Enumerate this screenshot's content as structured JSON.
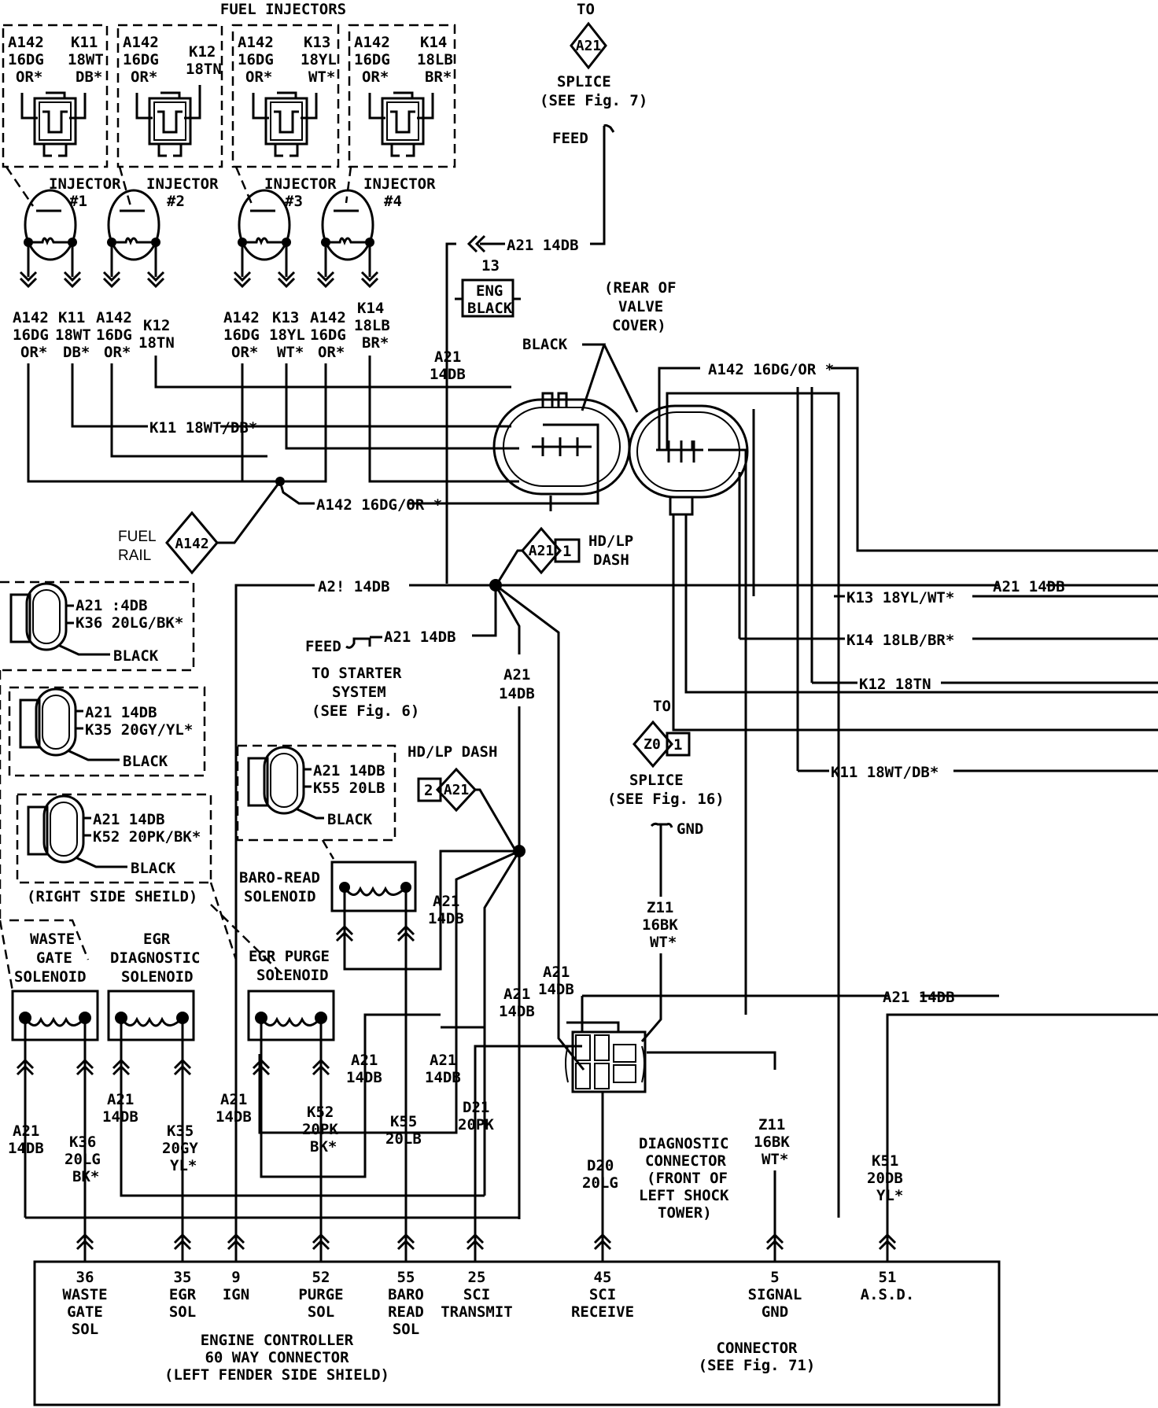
{
  "title": "FUEL INJECTORS",
  "colors": {
    "ink": "#000000",
    "paper": "#ffffff"
  },
  "injector_connectors": [
    {
      "left_circuit": "A142",
      "left_gauge": "16DG",
      "left_tracer": "OR*",
      "right_circuit": "K11",
      "right_gauge": "18WT",
      "right_tracer": "DB*"
    },
    {
      "left_circuit": "A142",
      "left_gauge": "16DG",
      "left_tracer": "OR*",
      "right_circuit": "K12",
      "right_gauge": "18TN",
      "right_tracer": ""
    },
    {
      "left_circuit": "A142",
      "left_gauge": "16DG",
      "left_tracer": "OR*",
      "right_circuit": "K13",
      "right_gauge": "18YL",
      "right_tracer": "WT*"
    },
    {
      "left_circuit": "A142",
      "left_gauge": "16DG",
      "left_tracer": "OR*",
      "right_circuit": "K14",
      "right_gauge": "18LB",
      "right_tracer": "BR*"
    }
  ],
  "injectors": [
    {
      "label": "INJECTOR",
      "num": "#1"
    },
    {
      "label": "INJECTOR",
      "num": "#2"
    },
    {
      "label": "INJECTOR",
      "num": "#3"
    },
    {
      "label": "INJECTOR",
      "num": "#4"
    }
  ],
  "injector_wires": [
    {
      "c": "A142",
      "g": "16DG",
      "t": "OR*"
    },
    {
      "c": "K11",
      "g": "18WT",
      "t": "DB*"
    },
    {
      "c": "A142",
      "g": "16DG",
      "t": "OR*"
    },
    {
      "c": "K12",
      "g": "18TN",
      "t": ""
    },
    {
      "c": "A142",
      "g": "16DG",
      "t": "OR*"
    },
    {
      "c": "K13",
      "g": "18YL",
      "t": "WT*"
    },
    {
      "c": "A142",
      "g": "16DG",
      "t": "OR*"
    },
    {
      "c": "K14",
      "g": "18LB",
      "t": "BR*"
    }
  ],
  "splice_top": {
    "to": "TO",
    "id": "A21",
    "label": "SPLICE",
    "see": "(SEE ",
    "fig": "Fig.",
    "num": " 7)",
    "feed": "FEED"
  },
  "a21_top_wire": "A21 14DB",
  "eng_ground": {
    "num": "13",
    "line1": "ENG",
    "line2": "BLACK"
  },
  "a21_vertical": {
    "c": "A21",
    "g": "14DB"
  },
  "rear_valve_cover": [
    "(REAR OF",
    "VALVE",
    "COVER)"
  ],
  "black_label": "BLACK",
  "wire_labels": {
    "k11_harness": "K11 18WT/DB*",
    "a142_harness": "A142 16DG/OR *",
    "a142_right": "A142 16DG/OR *",
    "a21_left": "A2! 14DB",
    "a21_right": "A21 14DB",
    "a21_feed": "A21 14DB",
    "k13_right": "K13 18YL/WT*",
    "k14_right": "K14 18LB/BR*",
    "k12_right": "K12 18TN",
    "k11_right": "K11 18WT/DB*",
    "a21_diag_right": "A21 14DB"
  },
  "fuel_rail": {
    "line1": "FUEL",
    "line2": "RAIL",
    "id": "A142"
  },
  "hd_lp_dash_1": {
    "id": "A21",
    "pin": "1",
    "line1": "HD/LP",
    "line2": "DASH"
  },
  "hd_lp_dash_2": {
    "id": "A21",
    "pin": "2",
    "label": "HD/LP DASH"
  },
  "feed_starter": {
    "feed": "FEED",
    "line1": "TO STARTER",
    "line2": "SYSTEM",
    "see": "(SEE ",
    "fig": "Fig.",
    "num": " 6)"
  },
  "side_connectors": [
    {
      "l1": "A21 :4DB",
      "l2": "K36 20LG/BK*",
      "color": "BLACK"
    },
    {
      "l1": "A21 14DB",
      "l2": "K35 20GY/YL*",
      "color": "BLACK"
    },
    {
      "l1": "A21 14DB",
      "l2": "K52 20PK/BK*",
      "color": "BLACK"
    },
    {
      "l1": "A21 14DB",
      "l2": "K55 20LB",
      "color": "BLACK"
    }
  ],
  "right_side_shield": "(RIGHT SIDE SHEILD)",
  "splice_z0": {
    "to": "TO",
    "id": "Z0",
    "pin": "1",
    "label": "SPLICE",
    "see": "(SEE ",
    "fig": "Fig.",
    "num": " 16)",
    "gnd": "GND"
  },
  "z11_upper": {
    "c": "Z11",
    "g": "16BK",
    "t": "WT*"
  },
  "solenoids": [
    {
      "name": [
        "WASTE",
        "GATE",
        "SOLENOID"
      ]
    },
    {
      "name": [
        "EGR",
        "DIAGNOSTIC",
        "SOLENOID"
      ]
    },
    {
      "name": [
        "EGR PURGE",
        "SOLENOID"
      ]
    },
    {
      "name": [
        "BARO-READ",
        "SOLENOID"
      ]
    }
  ],
  "mid_wires": [
    {
      "c": "A21",
      "g": "14DB",
      "t": ""
    },
    {
      "c": "K36",
      "g": "20LG",
      "t": "BK*"
    },
    {
      "c": "A21",
      "g": "14DB",
      "t": ""
    },
    {
      "c": "K35",
      "g": "20GY",
      "t": "YL*"
    },
    {
      "c": "A21",
      "g": "14DB",
      "t": ""
    },
    {
      "c": "K52",
      "g": "20PK",
      "t": "BK*"
    },
    {
      "c": "A21",
      "g": "14DB",
      "t": ""
    },
    {
      "c": "K55",
      "g": "20LB",
      "t": ""
    },
    {
      "c": "A21",
      "g": "14DB",
      "t": ""
    },
    {
      "c": "D21",
      "g": "20PK",
      "t": ""
    },
    {
      "c": "A21",
      "g": "14DB",
      "t": ""
    },
    {
      "c": "A21",
      "g": "14DB",
      "t": ""
    },
    {
      "c": "A21",
      "g": "14DB",
      "t": ""
    },
    {
      "c": "A21",
      "g": "14DB",
      "t": ""
    }
  ],
  "diag_connector": {
    "lines": [
      "DIAGNOSTIC",
      "CONNECTOR",
      "(FRONT OF",
      "LEFT SHOCK",
      "TOWER)"
    ]
  },
  "d20_wire": {
    "c": "D20",
    "g": "20LG"
  },
  "z11_lower": {
    "c": "Z11",
    "g": "16BK",
    "t": "WT*"
  },
  "k51_wire": {
    "c": "K51",
    "g": "20DB",
    "t": "YL*"
  },
  "controller_pins": [
    {
      "pin": "36",
      "lines": [
        "WASTE",
        "GATE",
        "SOL"
      ]
    },
    {
      "pin": "35",
      "lines": [
        "EGR",
        "SOL"
      ]
    },
    {
      "pin": "9",
      "lines": [
        "IGN"
      ]
    },
    {
      "pin": "52",
      "lines": [
        "PURGE",
        "SOL"
      ]
    },
    {
      "pin": "55",
      "lines": [
        "BARO",
        "READ",
        "SOL"
      ]
    },
    {
      "pin": "25",
      "lines": [
        "SCI",
        "TRANSMIT"
      ]
    },
    {
      "pin": "45",
      "lines": [
        "SCI",
        "RECEIVE"
      ]
    },
    {
      "pin": "5",
      "lines": [
        "SIGNAL",
        "GND"
      ]
    },
    {
      "pin": "51",
      "lines": [
        "A.S.D."
      ]
    }
  ],
  "controller": {
    "lines": [
      "ENGINE CONTROLLER",
      "60 WAY CONNECTOR",
      "(LEFT FENDER SIDE SHIELD)"
    ]
  },
  "connector_ref": {
    "line1": "CONNECTOR",
    "see": "(SEE ",
    "fig": "Fig.",
    "num": " 71)"
  }
}
